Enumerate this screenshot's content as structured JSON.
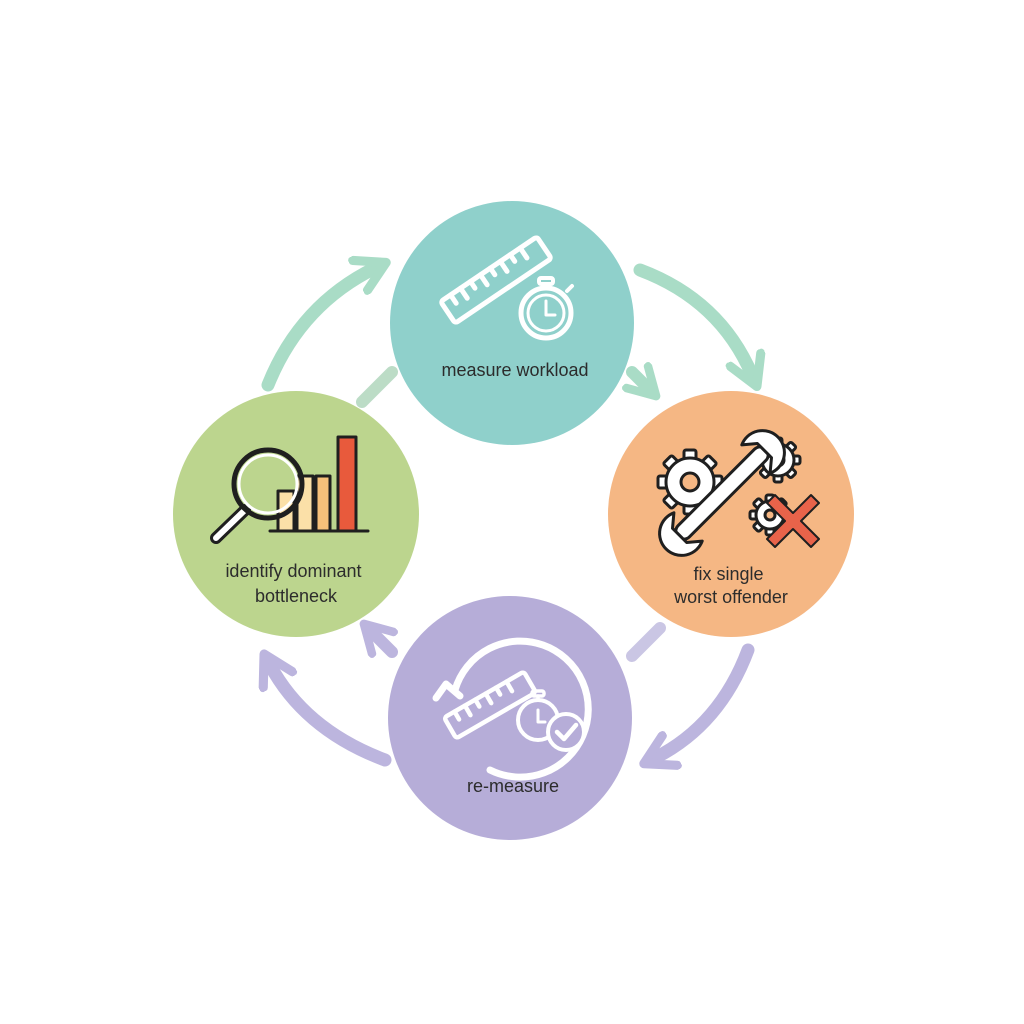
{
  "diagram": {
    "type": "cycle",
    "nodes": [
      {
        "id": "measure",
        "label_lines": [
          "measure workload"
        ],
        "color": "#8fd0cb",
        "icon": "ruler-stopwatch-icon"
      },
      {
        "id": "fix",
        "label_lines": [
          "fix single",
          "worst offender"
        ],
        "color": "#f5b784",
        "icon": "wrench-gears-x-icon"
      },
      {
        "id": "remeasure",
        "label_lines": [
          "re-measure"
        ],
        "color": "#b6add8",
        "icon": "ruler-stopwatch-check-icon"
      },
      {
        "id": "identify",
        "label_lines": [
          "identify dominant",
          "bottleneck"
        ],
        "color": "#bcd58e",
        "icon": "magnifier-bar-chart-icon"
      }
    ],
    "edges": [
      {
        "from": "measure",
        "to": "fix"
      },
      {
        "from": "fix",
        "to": "remeasure"
      },
      {
        "from": "remeasure",
        "to": "identify"
      },
      {
        "from": "identify",
        "to": "measure"
      }
    ],
    "colors": {
      "arrow_green": "#a9dcc6",
      "arrow_purple": "#bcb5de",
      "bar_light": "#fbe0a8",
      "bar_mid": "#f6c07a",
      "bar_dark": "#e85a3c",
      "x_red": "#e8634a",
      "outline": "#1f1f1f"
    }
  }
}
